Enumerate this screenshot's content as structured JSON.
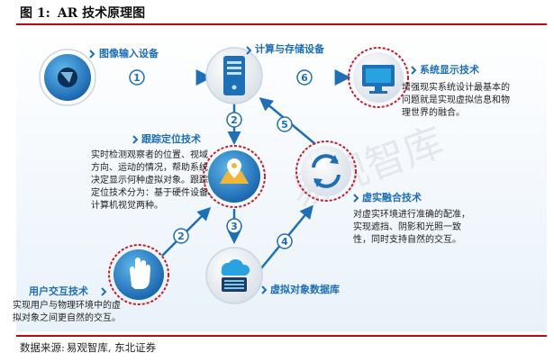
{
  "caption": {
    "figure_no": "图 1:",
    "title": "AR 技术原理图"
  },
  "source": {
    "label": "数据来源:",
    "text": "易观智库, 东北证券"
  },
  "watermark": "易观智库",
  "nodes": {
    "image_input": {
      "label": "图像输入设备"
    },
    "compute": {
      "label": "计算与存储设备"
    },
    "display": {
      "label": "系统显示技术",
      "desc": "增强现实系统设计最基本的\n问题就是实现虚拟信息和物\n理世界的融合。"
    },
    "tracking": {
      "label": "跟踪定位技术",
      "desc": "实时检测观察者的位置、视域\n方向、运动的情况，帮助系统\n决定显示何种虚拟对象。跟踪\n定位技术分为：基于硬件设备、\n计算机视觉两种。"
    },
    "fusion": {
      "label": "虚实融合技术",
      "desc": "对虚实环境进行准确的配准，\n实现遮挡、阴影和光照一致\n性，同时支持自然的交互。"
    },
    "interaction": {
      "label": "用户交互技术",
      "desc": "实现用户与物理环境中的虚\n拟对象之间更自然的交互。"
    },
    "database": {
      "label": "虚拟对象数据库"
    }
  },
  "steps": [
    "1",
    "2",
    "2",
    "3",
    "4",
    "5",
    "6"
  ],
  "colors": {
    "primary": "#1d6fb8",
    "light": "#29a3e0",
    "ring": "#c81e2a",
    "rule": "#b30c16"
  }
}
